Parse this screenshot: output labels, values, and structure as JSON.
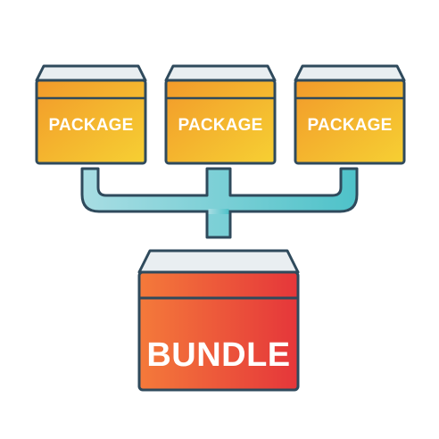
{
  "packages": [
    {
      "label": "PACKAGE"
    },
    {
      "label": "PACKAGE"
    },
    {
      "label": "PACKAGE"
    }
  ],
  "bundle": {
    "label": "BUNDLE"
  },
  "colors": {
    "outline": "#2f4a5c",
    "lid": "#e9eef1",
    "package_gradient_start": "#f29a2a",
    "package_gradient_end": "#f6d033",
    "connector_start": "#a8dde3",
    "connector_end": "#4ec2c9",
    "bundle_gradient_start": "#f47a3a",
    "bundle_gradient_end": "#e5363a"
  }
}
